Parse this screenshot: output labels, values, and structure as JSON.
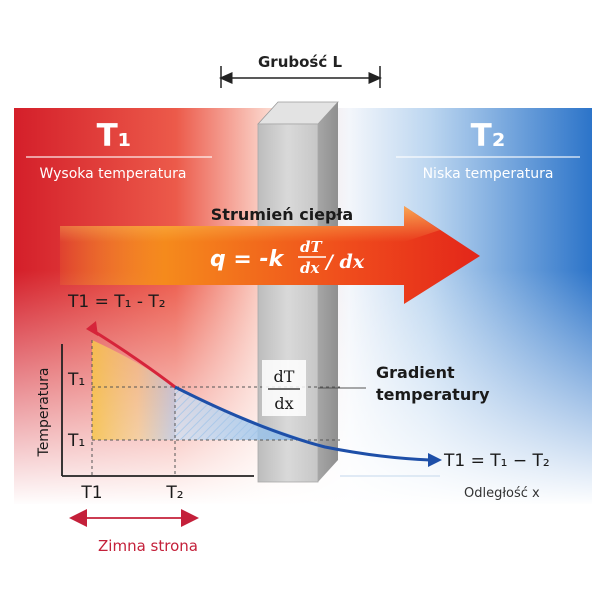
{
  "thickness": {
    "label": "Grubość L"
  },
  "hot_side": {
    "title": "T₁",
    "subtitle": "Wysoka temperatura",
    "color": "#d8262c"
  },
  "cold_side": {
    "title": "T₂",
    "subtitle": "Niska temperatura",
    "color": "#2f7fd0"
  },
  "heat_flux": {
    "label": "Strumień ciepła",
    "formula_lhs": "q = -k",
    "frac_num": "dT",
    "frac_den": "dx",
    "formula_tail": "/ dx",
    "arrow_color": "#ef4a1c"
  },
  "chart": {
    "formula_top": "T1 = T₁ - T₂",
    "y_axis_label": "Temperatura",
    "y_tick_high": "T₁",
    "y_tick_low": "T₁",
    "x_tick_1": "T1",
    "x_tick_2": "T₂",
    "curve_end_label": "T1 = T₁ − T₂",
    "x_axis_label": "Odległość x",
    "curve_color": "#1e4fa8"
  },
  "gradient": {
    "frac_num": "dT",
    "frac_den": "dx",
    "label_line1": "Gradient",
    "label_line2": "temperatury"
  },
  "cold_side_range": {
    "label": "Zimna strona",
    "color": "#c4203a"
  }
}
